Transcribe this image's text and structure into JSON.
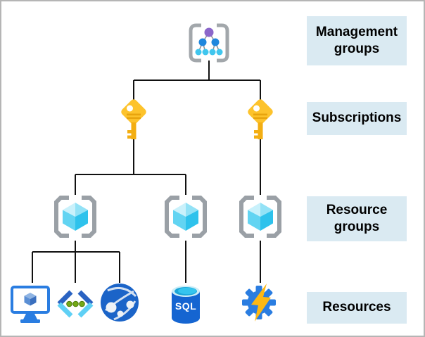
{
  "diagram": {
    "type": "azure-scope-hierarchy",
    "levels": [
      {
        "label": "Management groups"
      },
      {
        "label": "Subscriptions"
      },
      {
        "label": "Resource groups"
      },
      {
        "label": "Resources"
      }
    ],
    "node_counts": {
      "management_groups": 1,
      "subscriptions": 2,
      "resource_groups": 3,
      "resources": 5
    },
    "sql_label": "SQL",
    "icons": [
      "management-group-icon",
      "subscription-key-icon",
      "resource-group-icon",
      "virtual-machine-icon",
      "code-brackets-icon",
      "app-service-globe-icon",
      "sql-database-icon",
      "automation-gear-icon"
    ],
    "colors": {
      "label_box_bg": "#daeaf2",
      "label_text": "#000000",
      "connector_line": "#111111",
      "border": "#b5b5b5",
      "bracket_gray": "#9aa0a6",
      "key_gold": "#fdc32c",
      "key_gold_dark": "#eda713",
      "cube_cyan_light": "#c9f1fb",
      "cube_cyan": "#62d4f2",
      "cube_cyan_dark": "#2ec2ec",
      "azure_blue": "#2a7de1",
      "globe_blue": "#1b64c8",
      "sql_blue": "#1565d1",
      "sql_top_cyan": "#31c0ea",
      "dot_green": "#73a816",
      "tree_purple": "#8b67ca",
      "tree_blue": "#1f87dd",
      "tree_cyan": "#40c6ee",
      "bolt_yellow": "#fdb813"
    }
  }
}
